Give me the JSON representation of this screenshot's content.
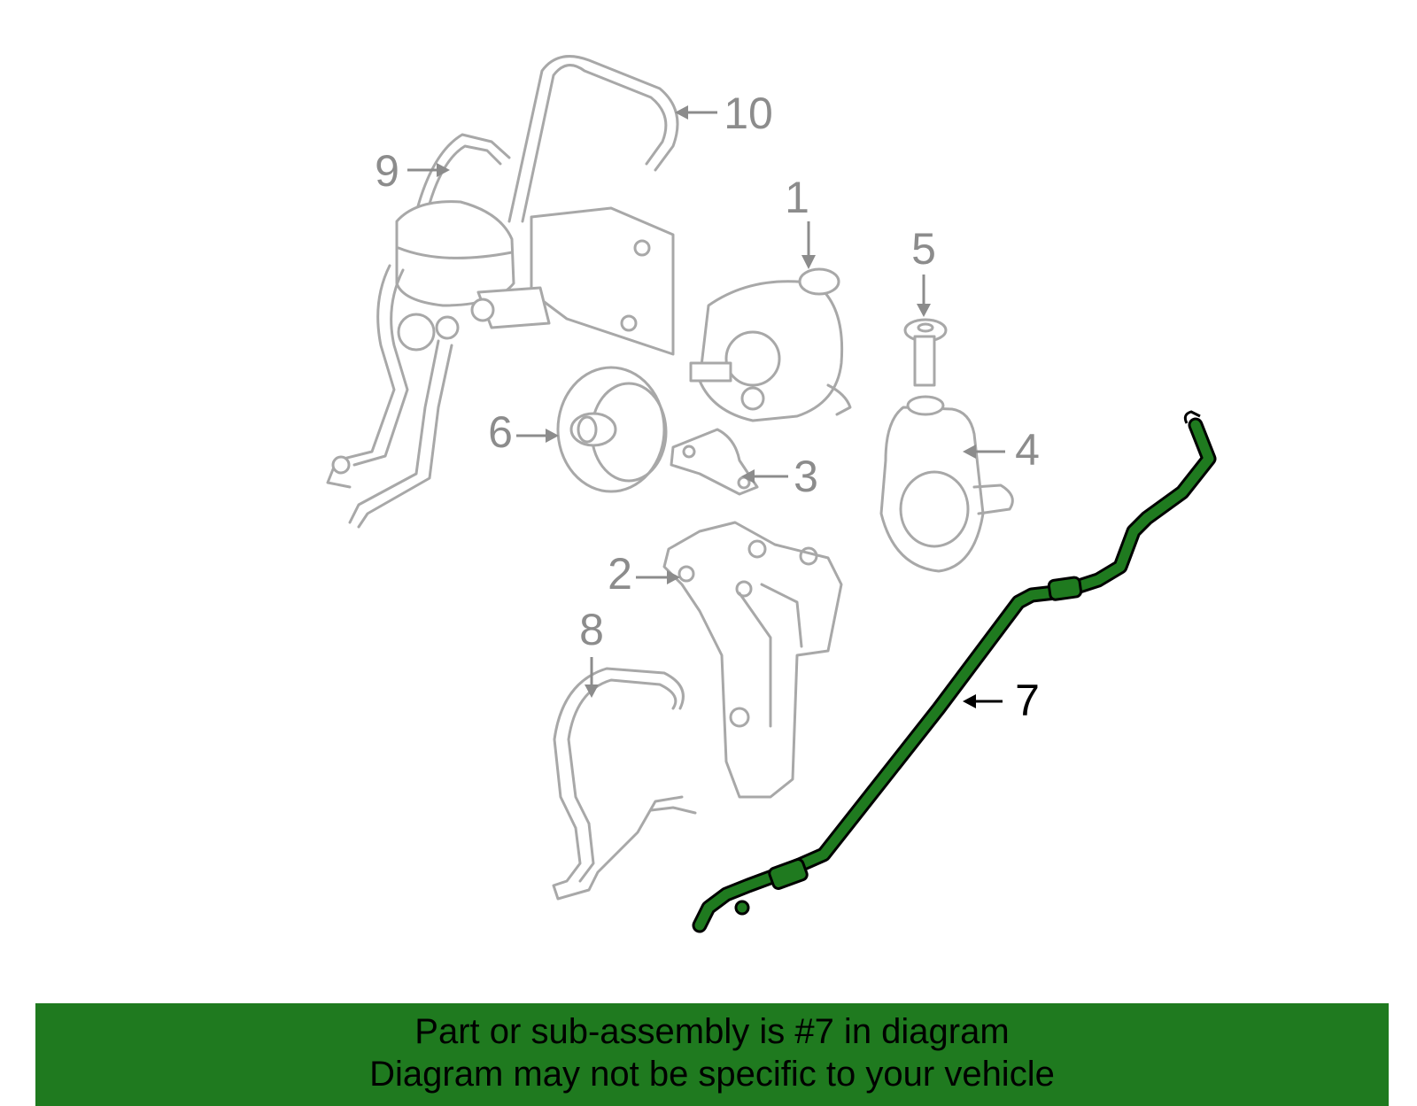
{
  "callouts": {
    "c1": "1",
    "c2": "2",
    "c3": "3",
    "c4": "4",
    "c5": "5",
    "c6": "6",
    "c7": "7",
    "c8": "8",
    "c9": "9",
    "c10": "10"
  },
  "banner": {
    "line1": "Part or sub-assembly is #7 in diagram",
    "line2": "Diagram may not be specific to your vehicle"
  },
  "colors": {
    "highlight": "#1f7a1f",
    "part_outline": "#a8a8a8",
    "callout_text": "#8c8c8c"
  }
}
